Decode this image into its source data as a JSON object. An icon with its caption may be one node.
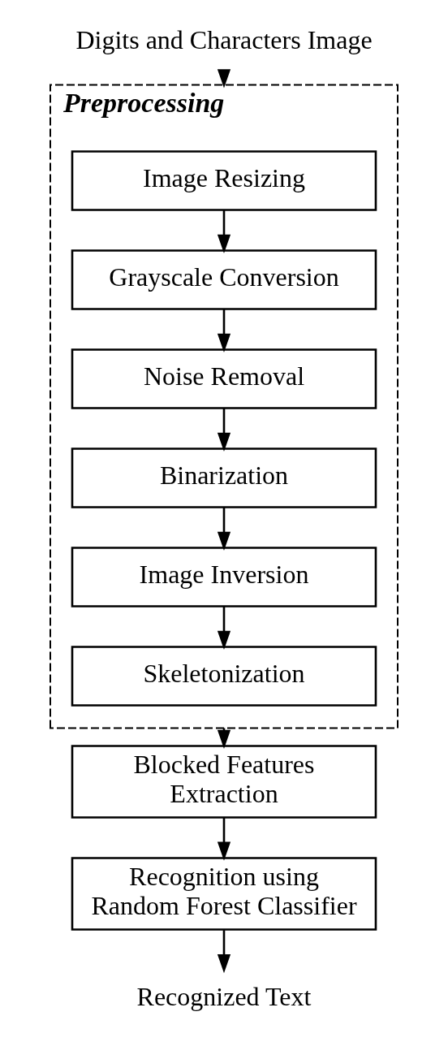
{
  "diagram": {
    "nodes": [
      {
        "text": [
          "Digits and Characters Image"
        ]
      },
      {
        "text": [
          "Preprocessing"
        ]
      },
      {
        "text": [
          "Image Resizing"
        ],
        "in": 1
      },
      {
        "text": [
          "Grayscale Conversion"
        ],
        "in": 1
      },
      {
        "text": [
          "Noise Removal"
        ],
        "in": 1
      },
      {
        "text": [
          "Binarization"
        ],
        "in": 1
      },
      {
        "text": [
          "Image Inversion"
        ],
        "in": 1
      },
      {
        "text": [
          "Skeletonization"
        ],
        "in": 1
      },
      {
        "text": [
          "Blocked Features Extraction"
        ]
      },
      {
        "text": [
          "Recognition using Random Forest Classifier"
        ]
      },
      {
        "text": [
          "Recognized Text"
        ]
      }
    ],
    "edges": [
      {
        "from": 0,
        "to": 1,
        "arrow": "to"
      },
      {
        "from": 2,
        "to": 3,
        "arrow": "to"
      },
      {
        "from": 3,
        "to": 4,
        "arrow": "to"
      },
      {
        "from": 4,
        "to": 5,
        "arrow": "to"
      },
      {
        "from": 5,
        "to": 6,
        "arrow": "to"
      },
      {
        "from": 6,
        "to": 7,
        "arrow": "to"
      },
      {
        "from": 1,
        "to": 8,
        "arrow": "to"
      },
      {
        "from": 8,
        "to": 9,
        "arrow": "to"
      },
      {
        "from": 9,
        "to": 10,
        "arrow": "to"
      }
    ]
  }
}
